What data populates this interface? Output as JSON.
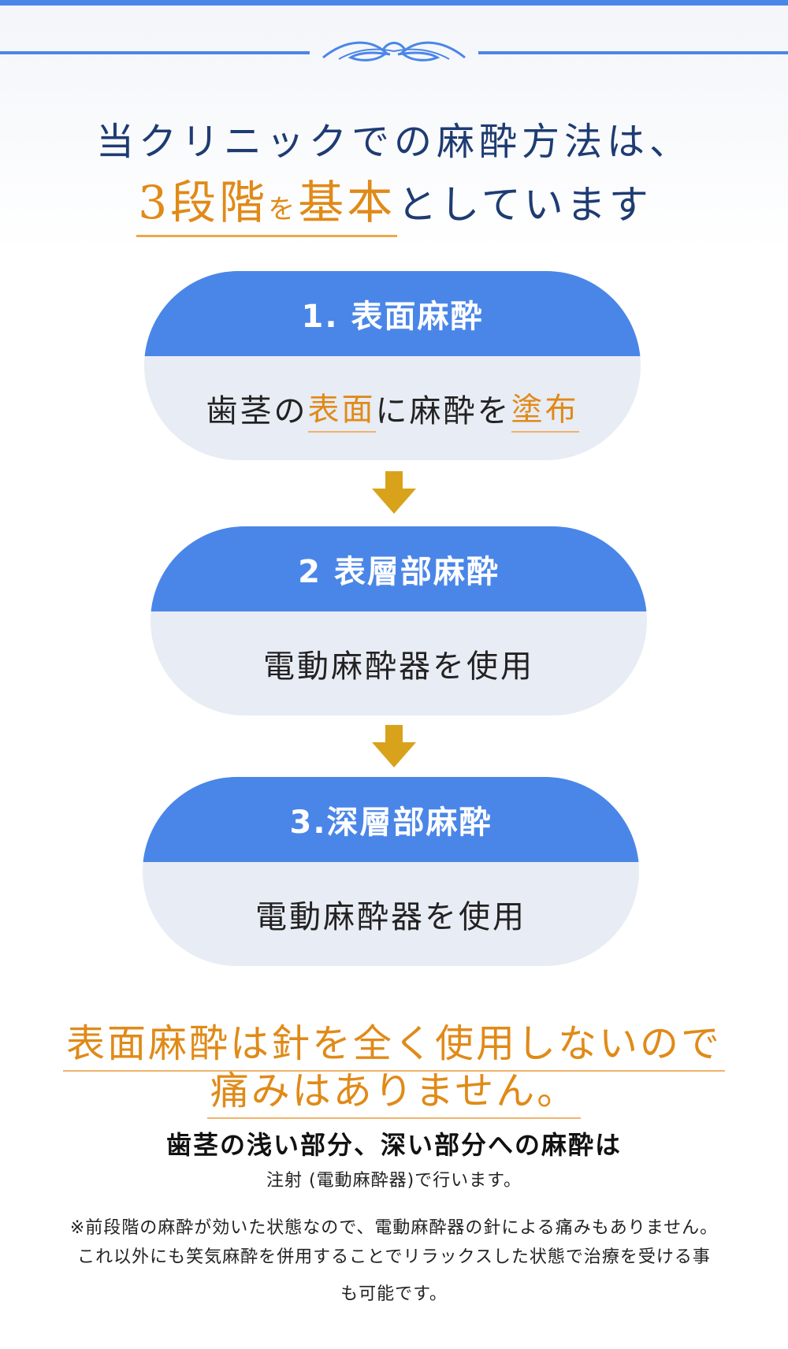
{
  "heading": {
    "line1": "当クリニックでの麻酔方法は、",
    "emphasis_part1": "3段階",
    "emphasis_particle": "を",
    "emphasis_part2": "基本",
    "line2_rest": "としています"
  },
  "steps": [
    {
      "title": "1. 表面麻酔",
      "body_parts": [
        "歯茎の",
        "表面",
        "に麻酔を",
        "塗布"
      ]
    },
    {
      "title": "2 表層部麻酔",
      "body": "電動麻酔器を使用"
    },
    {
      "title": "3.深層部麻酔",
      "body": "電動麻酔器を使用"
    }
  ],
  "lead": {
    "line1": "表面麻酔は針を全く使用しないので",
    "line2": "痛みはありません。"
  },
  "sub": {
    "line1": "歯茎の浅い部分、深い部分への麻酔は",
    "line2": "注射 (電動麻酔器)で行います。"
  },
  "note": {
    "line1": "※前段階の麻酔が効いた状態なので、電動麻酔器の針による痛みもありません。",
    "line2": "これ以外にも笑気麻酔を併用することでリラックスした状態で治療を受ける事",
    "line3": "も可能です。"
  },
  "colors": {
    "primary_blue": "#4a86e8",
    "accent_orange": "#e08a18",
    "step_body_bg": "#e8ecf4",
    "heading_navy": "#1e3c72",
    "arrow_gold": "#d9a21b"
  }
}
